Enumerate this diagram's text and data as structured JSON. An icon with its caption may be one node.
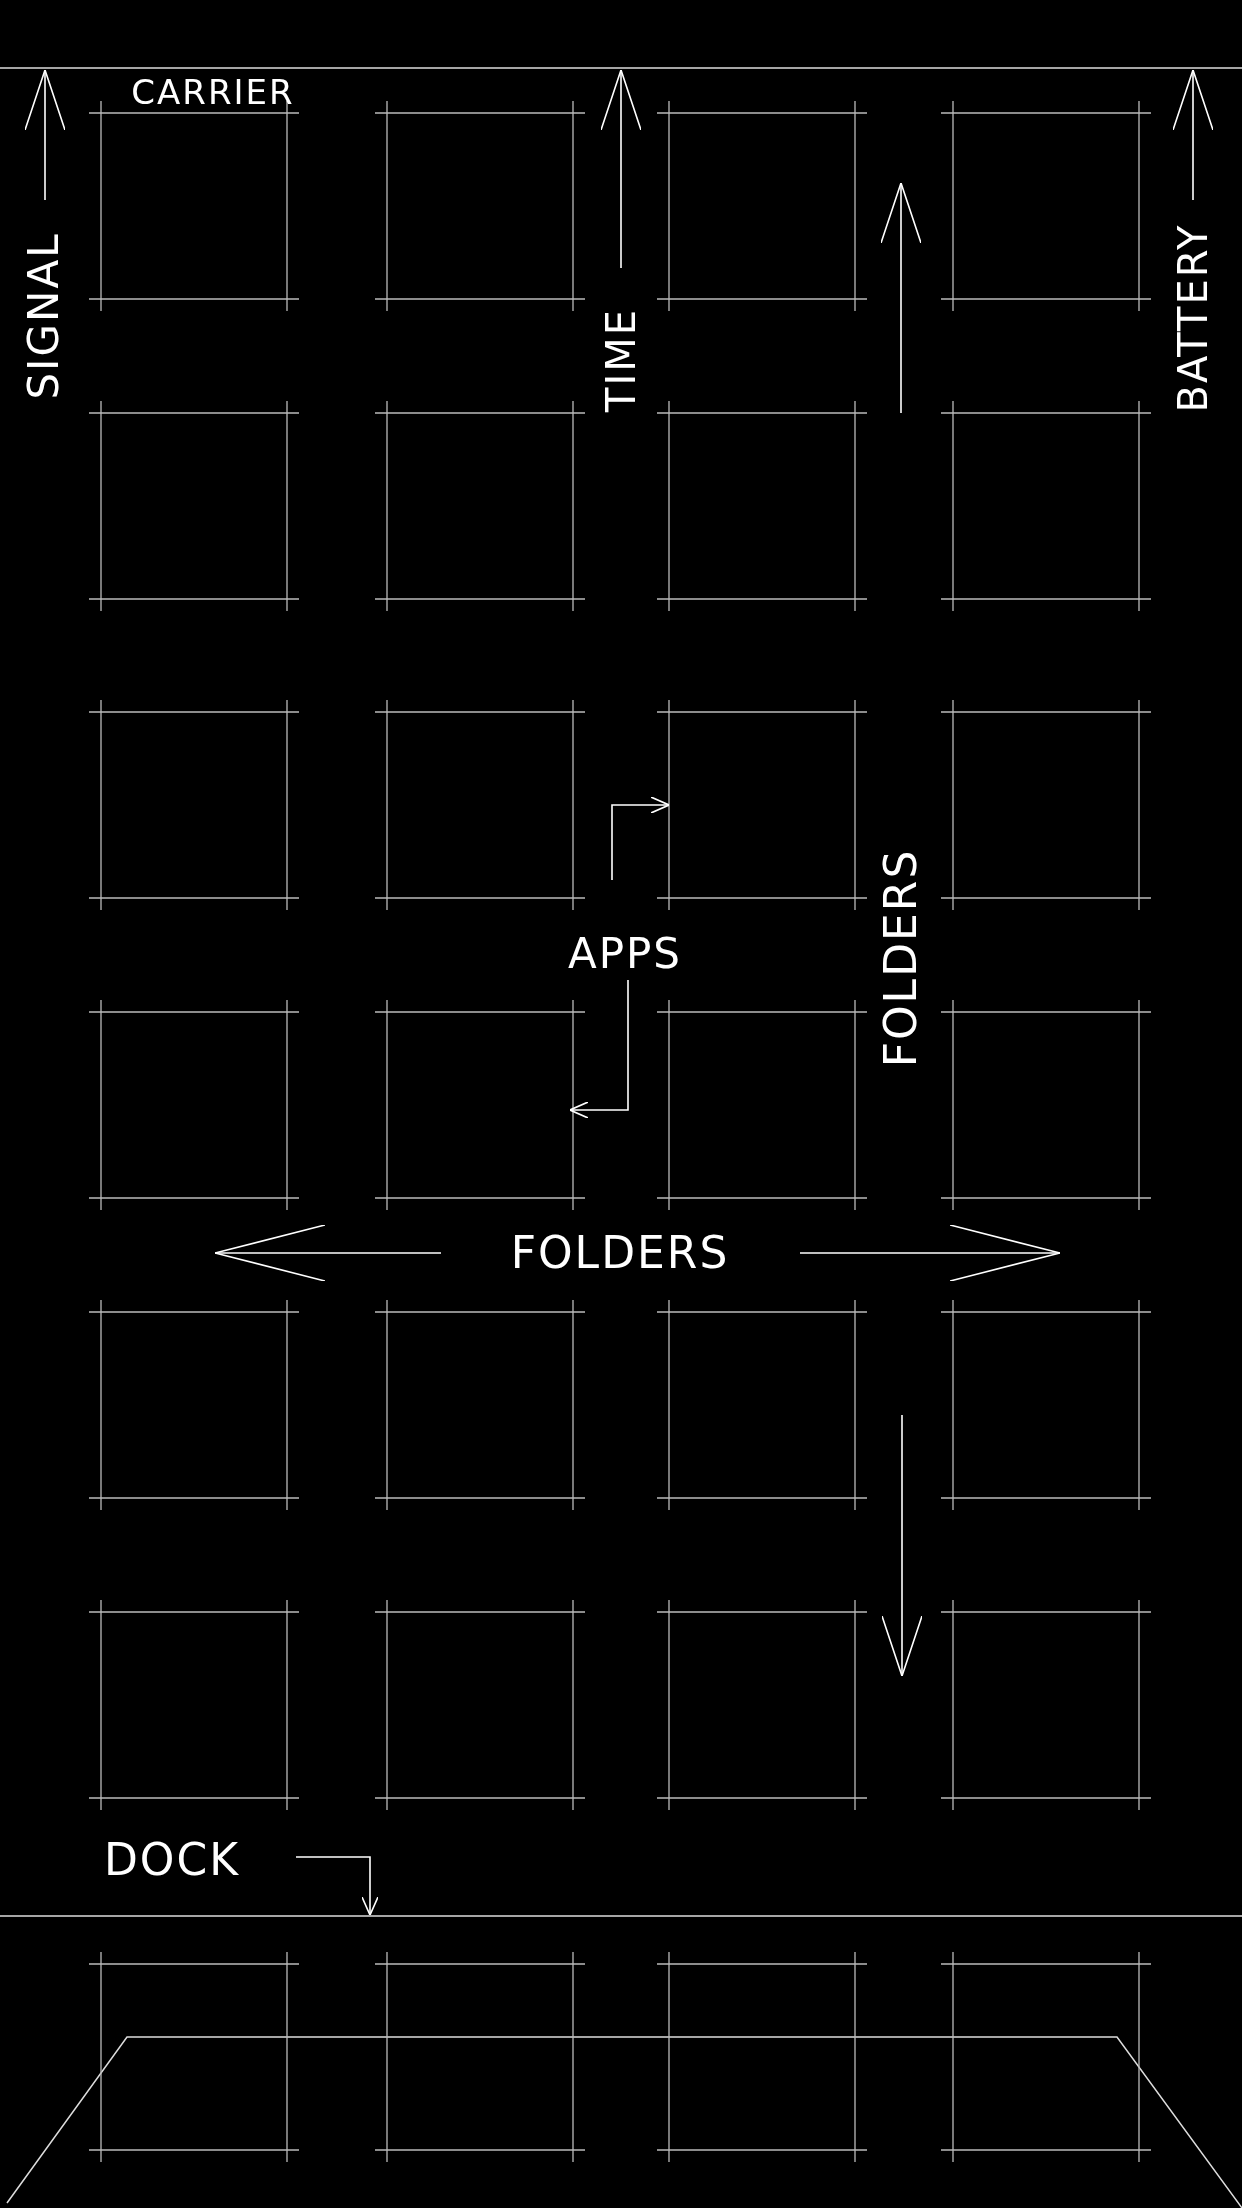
{
  "diagram": {
    "nodes": [
      {
        "text": [
          "CARRIER"
        ]
      },
      {
        "text": [
          "SIGNAL"
        ]
      },
      {
        "text": [
          "TIME"
        ]
      },
      {
        "text": [
          "BATTERY"
        ]
      },
      {
        "text": [
          "APPS"
        ]
      },
      {
        "text": [
          "FOLDERS"
        ]
      },
      {
        "text": [
          "FOLDERS"
        ]
      },
      {
        "text": [
          "DOCK"
        ]
      }
    ],
    "edges": [
      {
        "from": 1,
        "to": null,
        "arrow": "to"
      },
      {
        "from": 2,
        "to": null,
        "arrow": "to"
      },
      {
        "from": 3,
        "to": null,
        "arrow": "to"
      },
      {
        "from": 4,
        "to": null,
        "arrow": "to"
      },
      {
        "from": 4,
        "to": null,
        "arrow": "to"
      },
      {
        "from": 6,
        "to": null,
        "arrow": "to"
      },
      {
        "from": 6,
        "to": null,
        "arrow": "to"
      },
      {
        "from": 7,
        "to": null,
        "arrow": "to"
      }
    ]
  }
}
